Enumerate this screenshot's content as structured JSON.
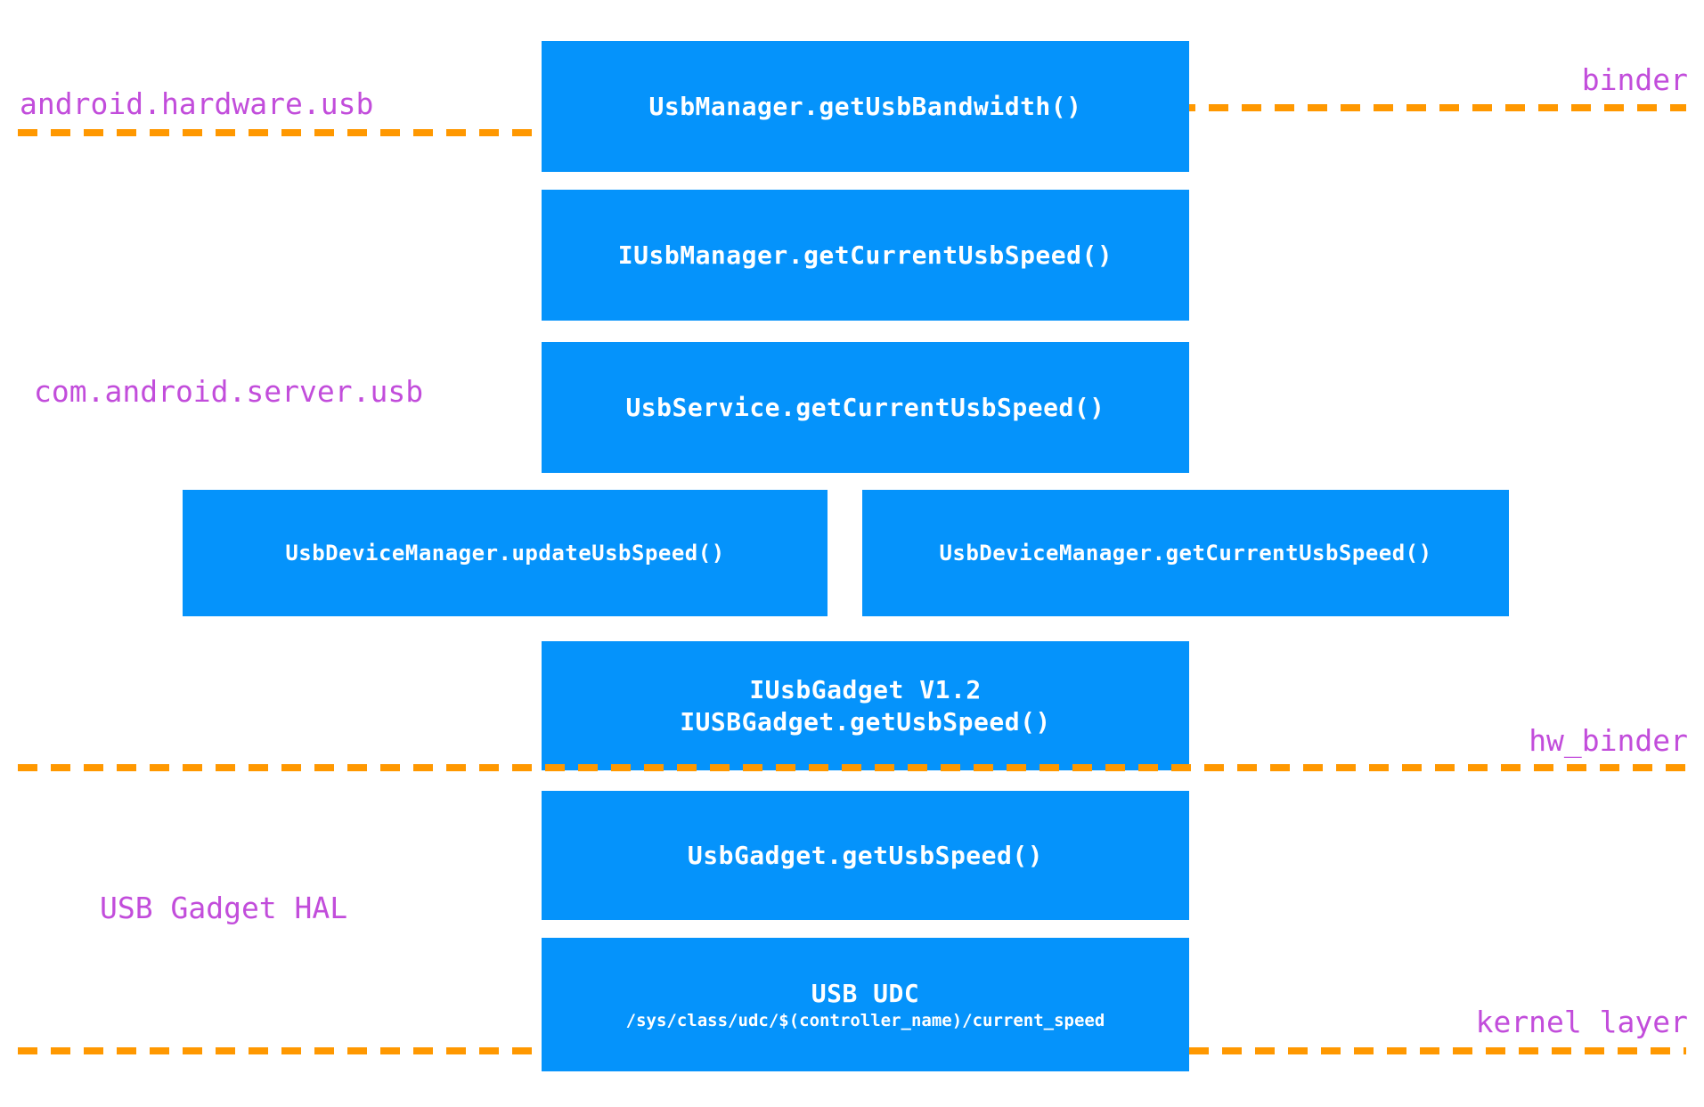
{
  "diagram": {
    "title_visible": false,
    "colors": {
      "box_fill": "#0593fb",
      "box_text": "#ffffff",
      "layer_label": "#c24ddb",
      "dashed_line": "#ff9800",
      "background": "#ffffff"
    },
    "boxes": [
      {
        "id": "usbmanager-getusbbandwidth",
        "line1": "UsbManager.getUsbBandwidth()",
        "line2": ""
      },
      {
        "id": "iusbmanager-getcurrentusbspeed",
        "line1": "IUsbManager.getCurrentUsbSpeed()",
        "line2": ""
      },
      {
        "id": "usbservice-getcurrentusbspeed",
        "line1": "UsbService.getCurrentUsbSpeed()",
        "line2": ""
      },
      {
        "id": "usbdevicemanager-updateusbspeed",
        "line1": "UsbDeviceManager.updateUsbSpeed()",
        "line2": ""
      },
      {
        "id": "usbdevicemanager-getcurrentusbspeed",
        "line1": "UsbDeviceManager.getCurrentUsbSpeed()",
        "line2": ""
      },
      {
        "id": "iusbgadget-v12",
        "line1": "IUsbGadget V1.2",
        "line2": "IUSBGadget.getUsbSpeed()"
      },
      {
        "id": "usbgadget-getusbspeed",
        "line1": "UsbGadget.getUsbSpeed()",
        "line2": ""
      },
      {
        "id": "usb-udc",
        "line1": "USB UDC",
        "line2": "/sys/class/udc/$(controller_name)/current_speed"
      }
    ],
    "layer_labels": [
      {
        "id": "android-hardware-usb",
        "text": "android.hardware.usb"
      },
      {
        "id": "binder",
        "text": "binder"
      },
      {
        "id": "com-android-server-usb",
        "text": "com.android.server.usb"
      },
      {
        "id": "hw-binder",
        "text": "hw_binder"
      },
      {
        "id": "usb-gadget-hal",
        "text": "USB Gadget HAL"
      },
      {
        "id": "kernel-layer",
        "text": "kernel layer"
      }
    ]
  }
}
